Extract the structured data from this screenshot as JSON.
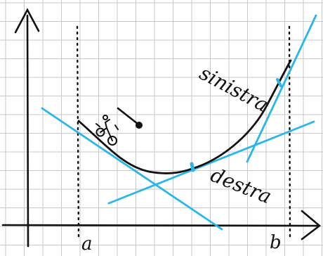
{
  "labels": {
    "sinistra": "sinistra",
    "destra": "destra",
    "a": "a",
    "b": "b"
  },
  "colors": {
    "grid": "#c9c9c9",
    "background": "#ffffff",
    "ink": "#111111",
    "tangent": "#29b6e8"
  },
  "icons": {
    "cyclist": "bicycle-rider-icon",
    "direction_arrow": "arrow-right-down-icon"
  }
}
